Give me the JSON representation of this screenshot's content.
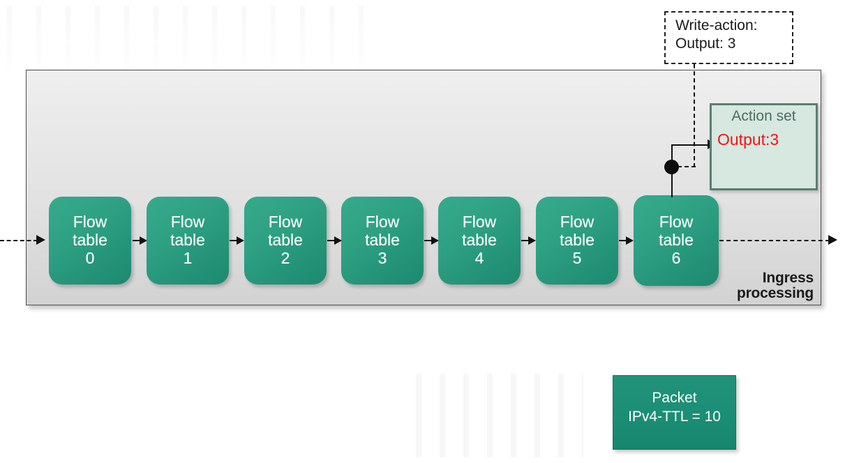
{
  "diagram": {
    "panel": {
      "label_line1": "Ingress",
      "label_line2": "processing",
      "background_color": "#e3e3e3",
      "border_color": "#4d4d4d"
    },
    "flow_tables": [
      {
        "title_line1": "Flow",
        "title_line2": "table",
        "index": "0"
      },
      {
        "title_line1": "Flow",
        "title_line2": "table",
        "index": "1"
      },
      {
        "title_line1": "Flow",
        "title_line2": "table",
        "index": "2"
      },
      {
        "title_line1": "Flow",
        "title_line2": "table",
        "index": "3"
      },
      {
        "title_line1": "Flow",
        "title_line2": "table",
        "index": "4"
      },
      {
        "title_line1": "Flow",
        "title_line2": "table",
        "index": "5"
      },
      {
        "title_line1": "Flow",
        "title_line2": "table",
        "index": "6"
      }
    ],
    "flow_table_color": "#2fa183",
    "action_set": {
      "title": "Action set",
      "value": "Output:3",
      "value_color": "#f01414",
      "fill_color": "#d6e8e0",
      "border_color": "#587f74"
    },
    "write_action_callout": {
      "line1": "Write-action:",
      "line2": "Output: 3"
    },
    "packet": {
      "line1": "Packet",
      "line2": "IPv4-TTL = 10",
      "fill_color": "#1b8e75"
    }
  }
}
